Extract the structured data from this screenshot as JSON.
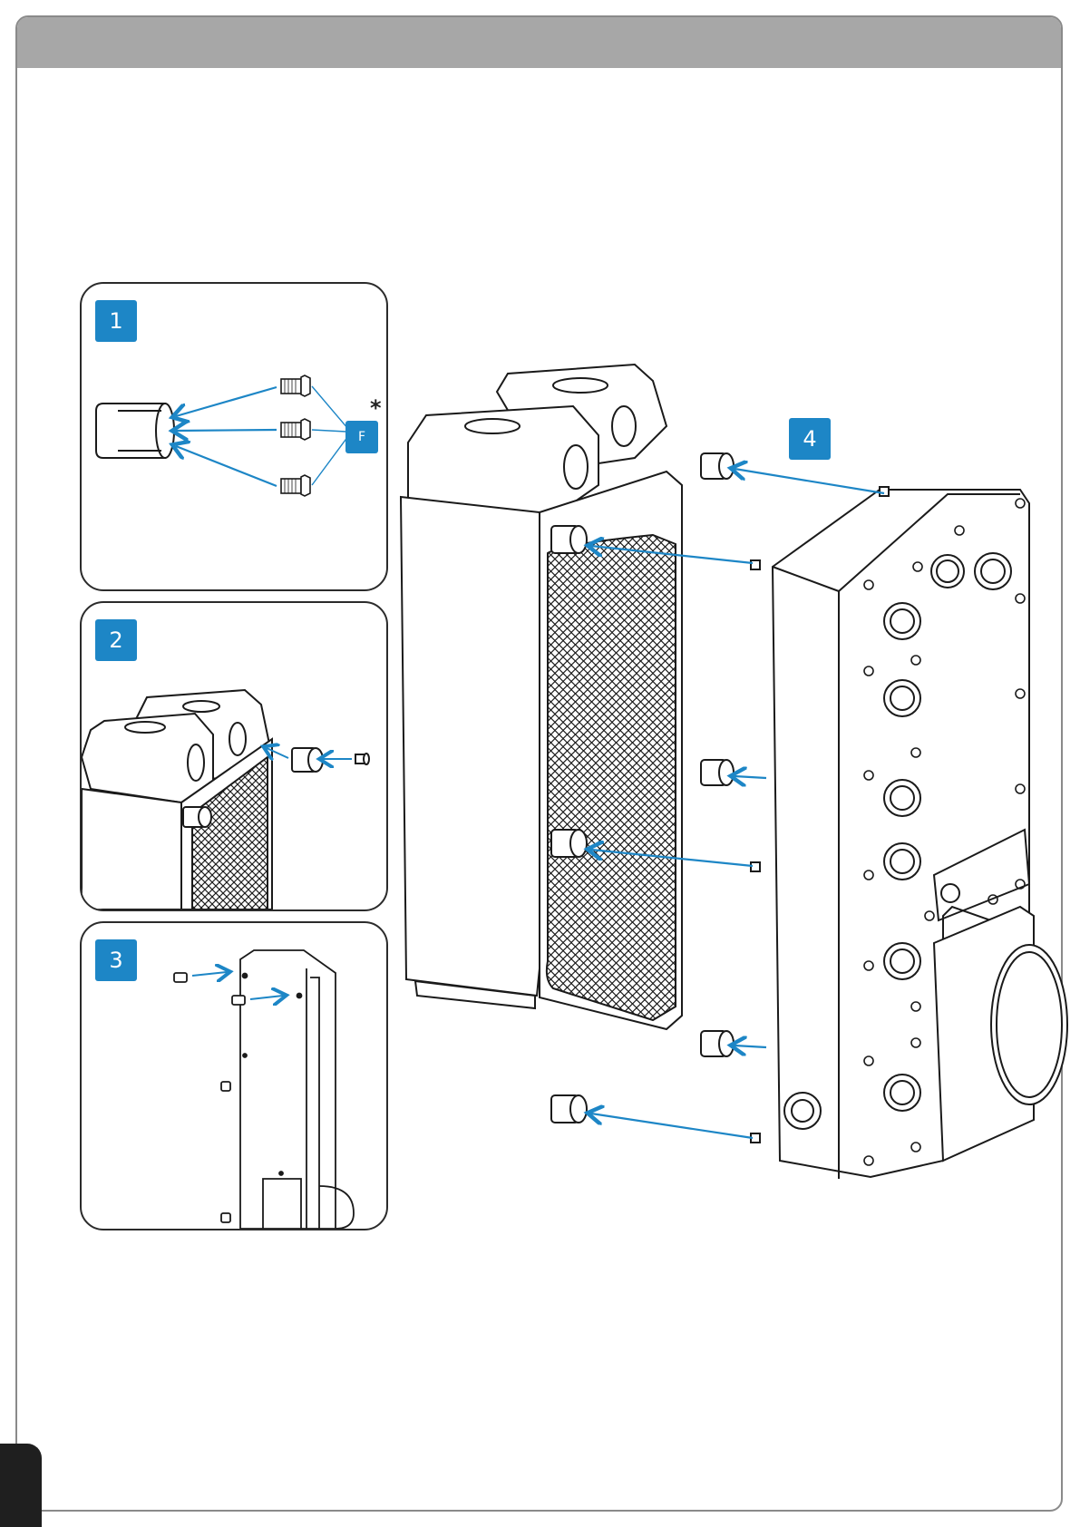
{
  "steps": {
    "step1": "1",
    "step2": "2",
    "step3": "3",
    "step4": "4"
  },
  "fastener": {
    "label": "F",
    "mark": "*"
  },
  "colors": {
    "accent": "#1d86c6",
    "header": "#a7a7a7",
    "line": "#222222"
  }
}
